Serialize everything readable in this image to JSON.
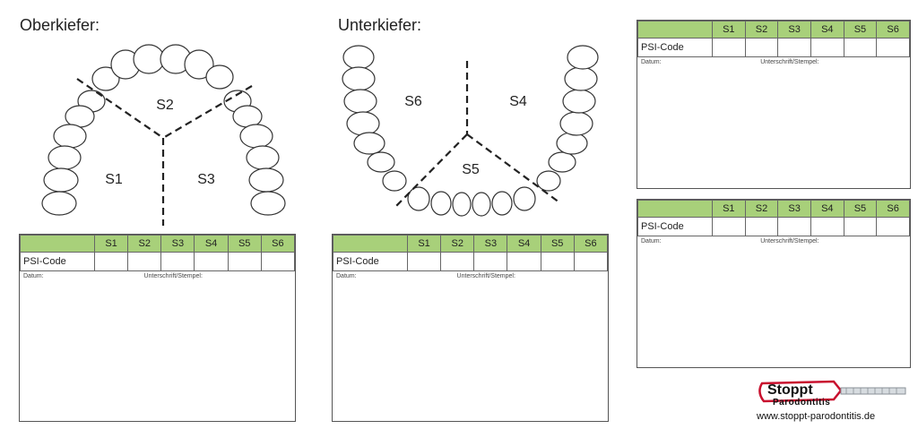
{
  "upper_jaw": {
    "title": "Oberkiefer:",
    "sextants": [
      "S1",
      "S2",
      "S3"
    ]
  },
  "lower_jaw": {
    "title": "Unterkiefer:",
    "sextants": [
      "S4",
      "S5",
      "S6"
    ]
  },
  "psi_form": {
    "columns": [
      "S1",
      "S2",
      "S3",
      "S4",
      "S5",
      "S6"
    ],
    "row_label": "PSI-Code",
    "date_label": "Datum:",
    "signature_label": "Unterschrift/Stempel:"
  },
  "logo": {
    "name": "Stoppt",
    "subtitle": "Parodontitis",
    "url": "www.stoppt-parodontitis.de"
  },
  "colors": {
    "header_green": "#a8d07a",
    "logo_red": "#c8102e"
  }
}
